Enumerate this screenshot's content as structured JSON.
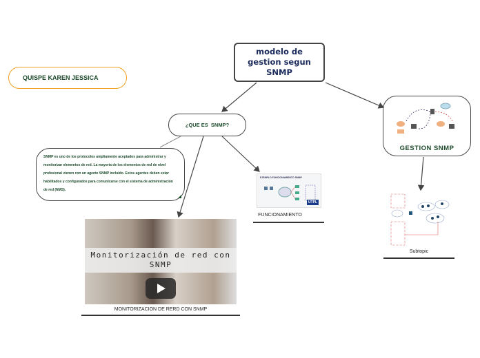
{
  "author": {
    "name": "QUISPE KAREN JESSICA"
  },
  "root": {
    "title": "modelo de gestion segun SNMP"
  },
  "que_es": {
    "label": "¿QUE ES  SNMP?"
  },
  "definition": {
    "text": "SNMP es uno de los protocolos ampliamente aceptados para administrar y monitorizar elementos de red. La mayoría de los elementos de red de nivel profesional vienen con un agente SNMP incluido. Estos agentes deben estar habilitados y configurados para comunicarse con el sistema de administración de red (NMS)."
  },
  "video": {
    "overlay_title": "Monitorización de red con SNMP",
    "caption": "MONITORIZACION DE RERD CON SNMP",
    "icon": "play-icon"
  },
  "funcionamiento": {
    "image_title": "EJEMPLO FUNCIONAMIENTO SNMP",
    "caption": "FUNCIONAMIENTO",
    "logo": "UTPL"
  },
  "gestion": {
    "label": "GESTION SNMP"
  },
  "subtopic": {
    "caption": "Subtopic"
  },
  "colors": {
    "text_green": "#1b4a2a",
    "root_text": "#1a2a5a",
    "author_border": "#f0a020"
  }
}
